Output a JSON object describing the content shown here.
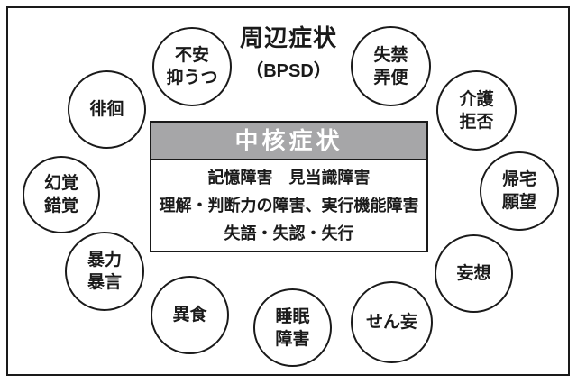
{
  "title": {
    "main": "周辺症状",
    "sub": "（BPSD）"
  },
  "core_box": {
    "header": "中核症状",
    "lines": [
      "記憶障害　見当識障害",
      "理解・判断力の障害、実行機能障害",
      "失語・失認・失行"
    ]
  },
  "peripheral_symptoms": [
    {
      "id": "anxiety-depression",
      "label": "不安\n抑うつ"
    },
    {
      "id": "incontinence-fecal",
      "label": "失禁\n弄便"
    },
    {
      "id": "care-refusal",
      "label": "介護\n拒否"
    },
    {
      "id": "desire-to-go-home",
      "label": "帰宅\n願望"
    },
    {
      "id": "delusion",
      "label": "妄想"
    },
    {
      "id": "delirium",
      "label": "せん妄"
    },
    {
      "id": "sleep-disorder",
      "label": "睡眠\n障害"
    },
    {
      "id": "pica",
      "label": "異食"
    },
    {
      "id": "violence-verbal-abuse",
      "label": "暴力\n暴言"
    },
    {
      "id": "hallucination-illusion",
      "label": "幻覚\n錯覚"
    },
    {
      "id": "wandering",
      "label": "徘徊"
    }
  ],
  "colors": {
    "background": "#ffffff",
    "line": "#1a1a1a",
    "core_header_bg": "#a6a6a8",
    "core_header_text": "#ffffff",
    "text": "#1a1a1a"
  }
}
